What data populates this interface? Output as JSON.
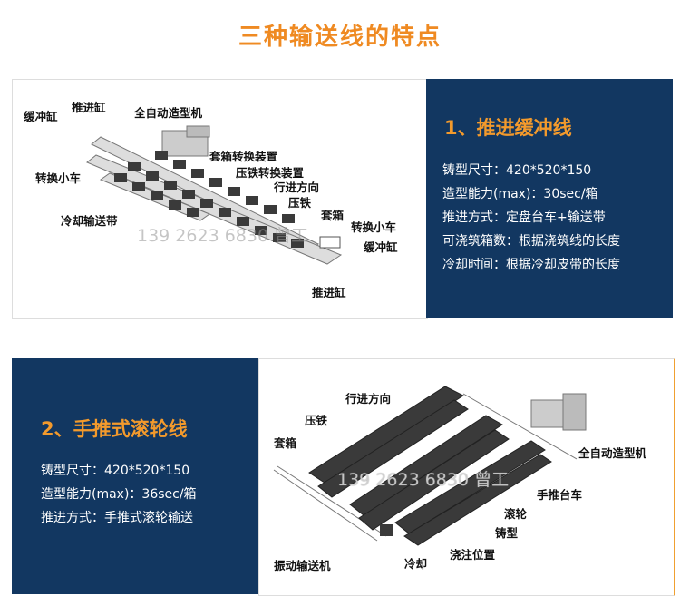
{
  "title": "三种输送线的特点",
  "line1": {
    "heading": "1、推进缓冲线",
    "specs": [
      "铸型尺寸：420*520*150",
      "造型能力(max)：30sec/箱",
      "推进方式：定盘台车+输送带",
      "可浇筑箱数：根据浇筑线的长度",
      "冷却时间：根据冷却皮带的长度"
    ],
    "labels": {
      "buffer_cyl_1": "缓冲缸",
      "push_cyl_1": "推进缸",
      "molding_machine": "全自动造型机",
      "transfer_car_1": "转换小车",
      "flask_switch": "套箱转换装置",
      "weight_switch": "压铁转换装置",
      "direction": "行进方向",
      "weight": "压铁",
      "flask": "套箱",
      "cooling_belt": "冷却输送带",
      "transfer_car_2": "转换小车",
      "buffer_cyl_2": "缓冲缸",
      "push_cyl_2": "推进缸"
    },
    "watermark": "139 2623 6830 曾工"
  },
  "line2": {
    "heading": "2、手推式滚轮线",
    "specs": [
      "铸型尺寸：420*520*150",
      "造型能力(max)：36sec/箱",
      "推进方式：手推式滚轮输送"
    ],
    "labels": {
      "direction": "行进方向",
      "weight": "压铁",
      "flask": "套箱",
      "molding_machine": "全自动造型机",
      "hand_cart": "手推台车",
      "roller": "滚轮",
      "mold": "铸型",
      "vibrating_conveyor": "振动输送机",
      "cooling": "冷却",
      "pouring": "浇注位置"
    },
    "watermark": "139 2623 6830 曾工"
  },
  "colors": {
    "accent": "#ef8a22",
    "panel": "#123761"
  }
}
